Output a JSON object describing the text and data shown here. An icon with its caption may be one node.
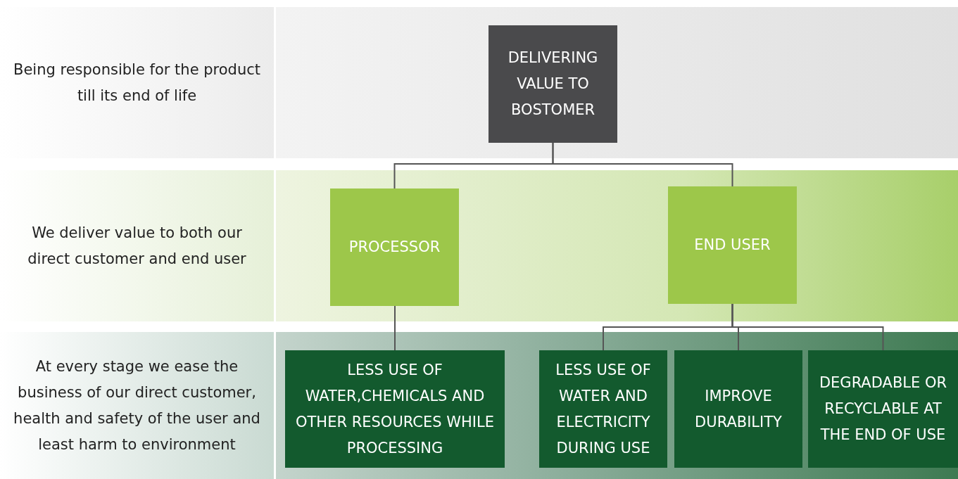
{
  "diagram": {
    "nodes": [
      {
        "text": [
          "DELIVERING VALUE TO BOSTOMER"
        ]
      },
      {
        "text": [
          "PROCESSOR"
        ]
      },
      {
        "text": [
          "END USER"
        ]
      },
      {
        "text": [
          "LESS USE OF WATER,CHEMICALS AND OTHER RESOURCES WHILE PROCESSING"
        ]
      },
      {
        "text": [
          "LESS USE OF WATER AND ELECTRICITY DURING USE"
        ]
      },
      {
        "text": [
          "IMPROVE DURABILITY"
        ]
      },
      {
        "text": [
          "DEGRADABLE OR RECYCLABLE AT THE END OF USE"
        ]
      }
    ],
    "edges": [
      {
        "from": 0,
        "to": 1,
        "arrow": "none"
      },
      {
        "from": 0,
        "to": 2,
        "arrow": "none"
      },
      {
        "from": 1,
        "to": 3,
        "arrow": "none"
      },
      {
        "from": 2,
        "to": 4,
        "arrow": "none"
      },
      {
        "from": 2,
        "to": 5,
        "arrow": "none"
      },
      {
        "from": 2,
        "to": 6,
        "arrow": "none"
      }
    ],
    "labels": [
      "Being responsible for the product till its end of life",
      "We deliver value to both our direct customer and end user",
      "At every stage we ease the business of our direct customer, health and safety of the user and least harm to environment"
    ]
  }
}
